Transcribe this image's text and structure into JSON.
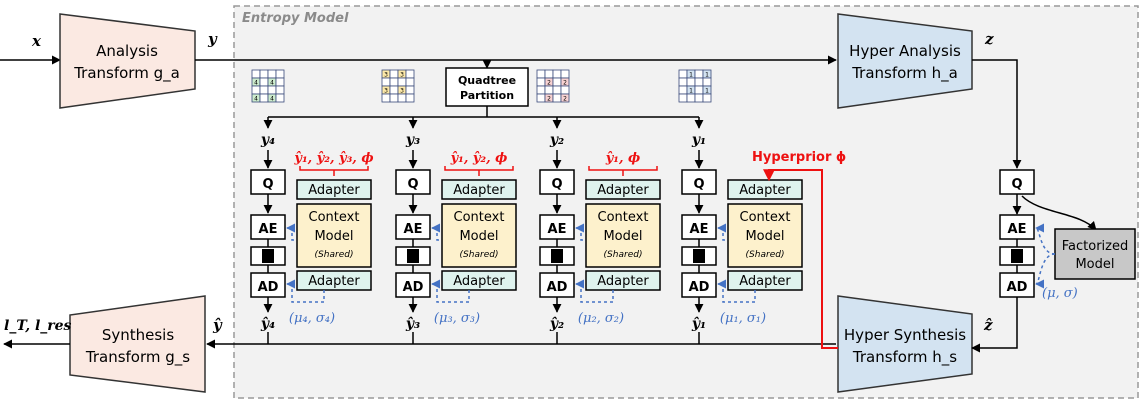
{
  "entropy_model_label": "Entropy Model",
  "inputs": {
    "x": "x",
    "y": "y",
    "z": "z",
    "y_hat": "ŷ",
    "z_hat": "ẑ",
    "loss": "l_T, l_res"
  },
  "analysis": {
    "line1": "Analysis",
    "line2": "Transform g_a"
  },
  "synthesis": {
    "line1": "Synthesis",
    "line2": "Transform g_s"
  },
  "hyper_analysis": {
    "line1": "Hyper Analysis",
    "line2": "Transform h_a"
  },
  "hyper_synthesis": {
    "line1": "Hyper Synthesis",
    "line2": "Transform h_s"
  },
  "quadtree": {
    "line1": "Quadtree",
    "line2": "Partition"
  },
  "hyperprior": "Hyperprior ϕ",
  "factorized": {
    "line1": "Factorized",
    "line2": "Model"
  },
  "mu_sigma": "(μ, σ)",
  "block_labels": {
    "q": "Q",
    "ae": "AE",
    "ad": "AD",
    "adapter": "Adapter",
    "ctx1": "Context",
    "ctx2": "Model",
    "ctx3": "(Shared)"
  },
  "stages": [
    {
      "y": "y₄",
      "yhat": "ŷ₄",
      "context": "ŷ₁, ŷ₂, ŷ₃, ϕ",
      "params": "(μ₄, σ₄)",
      "grid_mark": "4"
    },
    {
      "y": "y₃",
      "yhat": "ŷ₃",
      "context": "ŷ₁, ŷ₂, ϕ",
      "params": "(μ₃, σ₃)",
      "grid_mark": "3"
    },
    {
      "y": "y₂",
      "yhat": "ŷ₂",
      "context": "ŷ₁, ϕ",
      "params": "(μ₂, σ₂)",
      "grid_mark": "2"
    },
    {
      "y": "y₁",
      "yhat": "ŷ₁",
      "context": "",
      "params": "(μ₁, σ₁)",
      "grid_mark": "1"
    }
  ],
  "colors": {
    "pink": "#fbe9e2",
    "blue": "#d3e3f1",
    "teal": "#dff3ee",
    "yellow": "#fdf1cc",
    "gray": "#c8c8c8",
    "red": "#ee1111",
    "param_blue": "#4472c4"
  }
}
